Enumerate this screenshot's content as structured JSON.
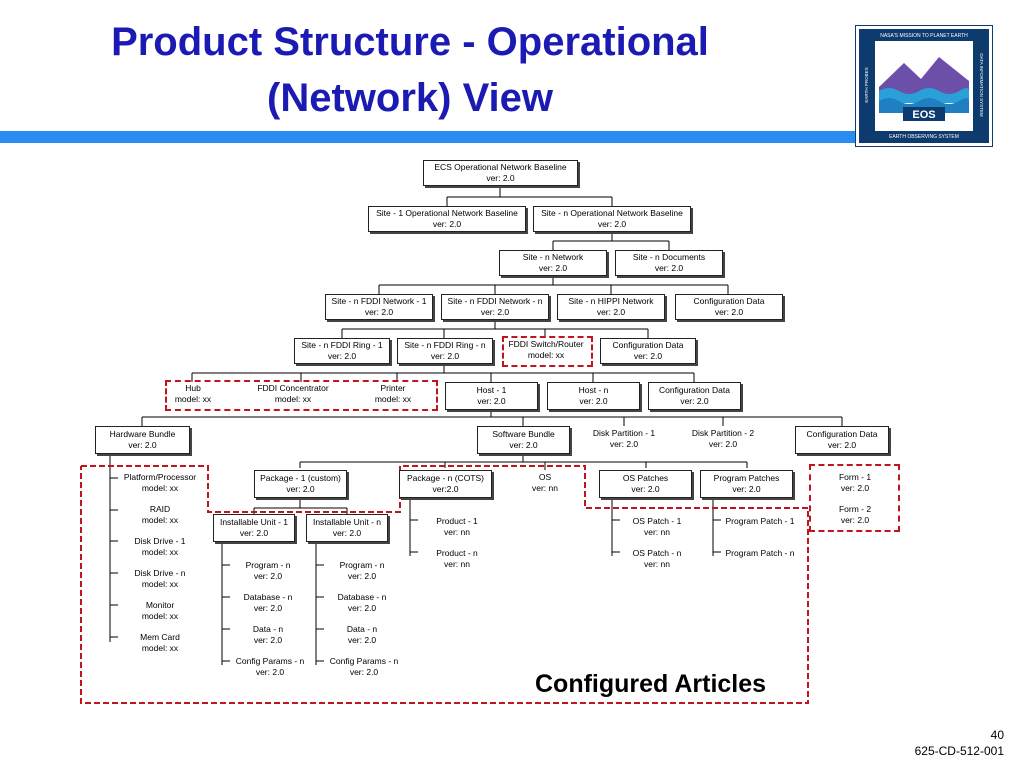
{
  "title": {
    "line1": "Product Structure - Operational",
    "line2": "(Network) View"
  },
  "logo": {
    "top_text": "NASA'S MISSION TO PLANET EARTH",
    "left_text": "EARTH PROBES",
    "right_text": "DATA INFORMATION SYSTEM",
    "badge": "EOS",
    "bottom_text": "EARTH OBSERVING SYSTEM"
  },
  "nodes": {
    "root": [
      "ECS Operational Network Baseline",
      "ver: 2.0"
    ],
    "site1": [
      "Site - 1 Operational Network Baseline",
      "ver: 2.0"
    ],
    "siten": [
      "Site - n Operational Network Baseline",
      "ver: 2.0"
    ],
    "network": [
      "Site - n Network",
      "ver: 2.0"
    ],
    "documents": [
      "Site - n Documents",
      "ver: 2.0"
    ],
    "fddi1": [
      "Site - n FDDI Network - 1",
      "ver: 2.0"
    ],
    "fddin": [
      "Site - n FDDI Network - n",
      "ver: 2.0"
    ],
    "hippi": [
      "Site - n HIPPI Network",
      "ver: 2.0"
    ],
    "config1": [
      "Configuration Data",
      "ver: 2.0"
    ],
    "ring1": [
      "Site - n FDDI Ring - 1",
      "ver: 2.0"
    ],
    "ringn": [
      "Site - n FDDI Ring - n",
      "ver: 2.0"
    ],
    "switch": [
      "FDDI Switch/Router",
      "model: xx"
    ],
    "config2": [
      "Configuration Data",
      "ver: 2.0"
    ],
    "hub": [
      "Hub",
      "model: xx"
    ],
    "concentrator": [
      "FDDI Concentrator",
      "model: xx"
    ],
    "printer": [
      "Printer",
      "model: xx"
    ],
    "host1": [
      "Host - 1",
      "ver: 2.0"
    ],
    "hostn": [
      "Host - n",
      "ver: 2.0"
    ],
    "config3": [
      "Configuration Data",
      "ver: 2.0"
    ],
    "hwbundle": [
      "Hardware Bundle",
      "ver: 2.0"
    ],
    "swbundle": [
      "Software Bundle",
      "ver: 2.0"
    ],
    "disk1": [
      "Disk Partition - 1",
      "ver: 2.0"
    ],
    "disk2": [
      "Disk Partition - 2",
      "ver: 2.0"
    ],
    "config4": [
      "Configuration Data",
      "ver: 2.0"
    ],
    "pkg1": [
      "Package - 1 (custom)",
      "ver: 2.0"
    ],
    "pkgn": [
      "Package - n (COTS)",
      "ver:2.0"
    ],
    "os": [
      "OS",
      "ver: nn"
    ],
    "ospatches": [
      "OS Patches",
      "ver: 2.0"
    ],
    "progpatches": [
      "Program Patches",
      "ver: 2.0"
    ],
    "form1": [
      "Form - 1",
      "ver: 2.0"
    ],
    "form2": [
      "Form - 2",
      "ver: 2.0"
    ],
    "iu1": [
      "Installable Unit - 1",
      "ver: 2.0"
    ],
    "iun": [
      "Installable Unit - n",
      "ver: 2.0"
    ],
    "prod1": [
      "Product - 1",
      "ver: nn"
    ],
    "prodn": [
      "Product - n",
      "ver: nn"
    ],
    "ospatch1": [
      "OS Patch - 1",
      "ver: nn"
    ],
    "ospatchn": [
      "OS Patch - n",
      "ver: nn"
    ],
    "progpatch1": [
      "Program Patch - 1",
      ""
    ],
    "progpatchn": [
      "Program Patch - n",
      ""
    ],
    "hw1": [
      "Platform/Processor",
      "model: xx"
    ],
    "hw2": [
      "RAID",
      "model: xx"
    ],
    "hw3": [
      "Disk Drive - 1",
      "model: xx"
    ],
    "hw4": [
      "Disk Drive - n",
      "model: xx"
    ],
    "hw5": [
      "Monitor",
      "model: xx"
    ],
    "hw6": [
      "Mem Card",
      "model: xx"
    ],
    "a1": [
      "Program - n",
      "ver: 2.0"
    ],
    "a2": [
      "Database - n",
      "ver: 2.0"
    ],
    "a3": [
      "Data - n",
      "ver: 2.0"
    ],
    "a4": [
      "Config Params - n",
      "ver: 2.0"
    ],
    "b1": [
      "Program - n",
      "ver: 2.0"
    ],
    "b2": [
      "Database - n",
      "ver: 2.0"
    ],
    "b3": [
      "Data - n",
      "ver: 2.0"
    ],
    "b4": [
      "Config Params - n",
      "ver: 2.0"
    ]
  },
  "configured_articles": "Configured Articles",
  "footer": {
    "page": "40",
    "doc": "625-CD-512-001"
  }
}
